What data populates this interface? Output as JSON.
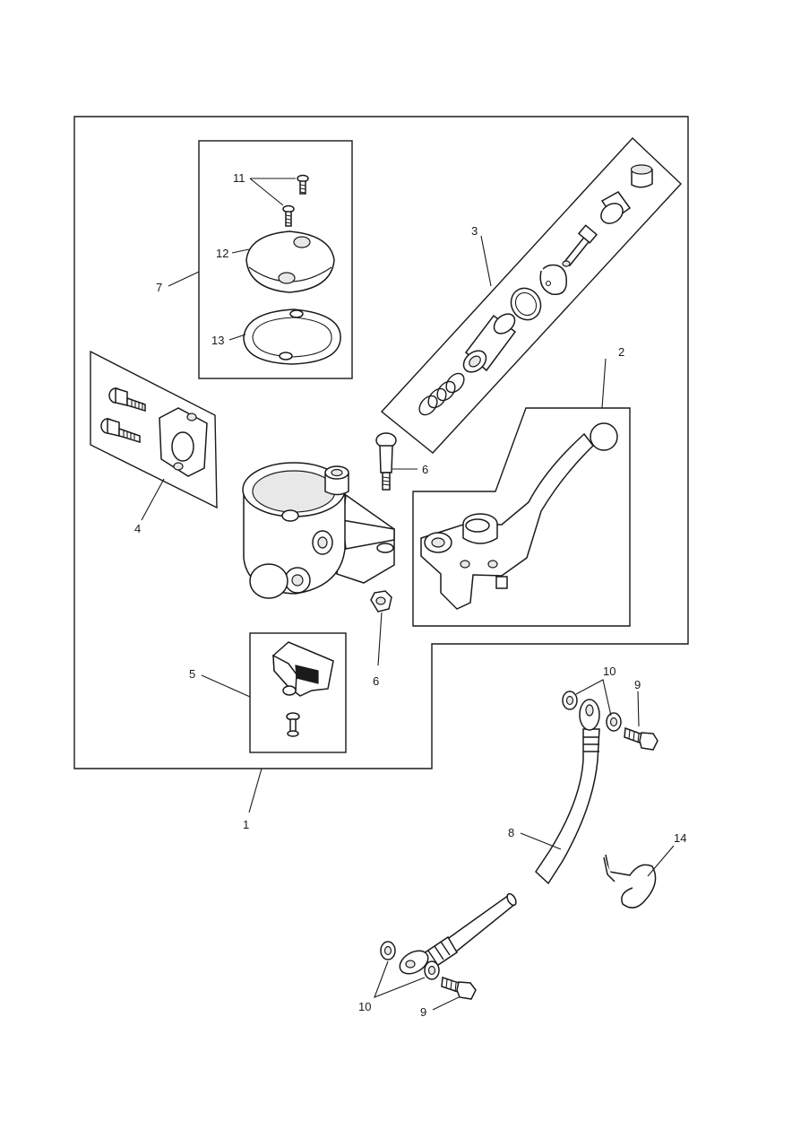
{
  "callouts": {
    "c1": "1",
    "c2": "2",
    "c3": "3",
    "c4": "4",
    "c5": "5",
    "c6a": "6",
    "c6b": "6",
    "c7": "7",
    "c8": "8",
    "c9a": "9",
    "c9b": "9",
    "c10a": "10",
    "c10b": "10",
    "c11": "11",
    "c12": "12",
    "c13": "13",
    "c14": "14"
  }
}
